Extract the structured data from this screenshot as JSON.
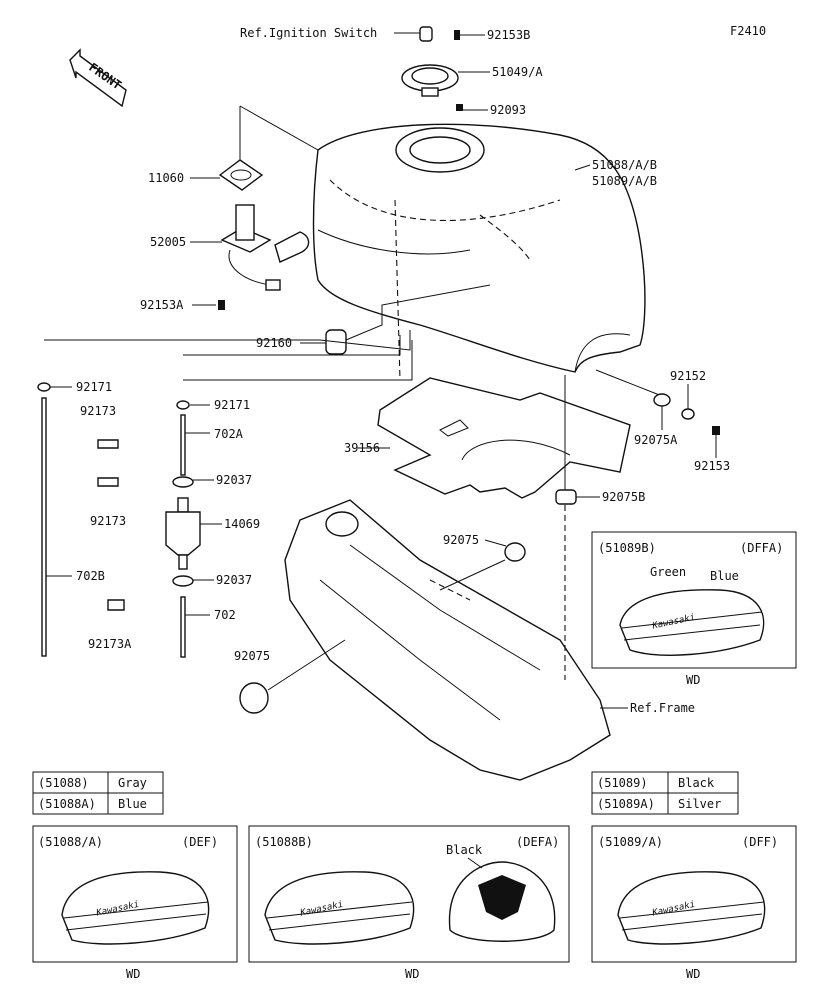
{
  "figure_id": "F2410",
  "front_label": "FRONT",
  "callouts": {
    "ignition": "Ref.Ignition Switch",
    "p92153B": "92153B",
    "p51049": "51049/A",
    "p92093": "92093",
    "p51088": "51088/A/B",
    "p51089": "51089/A/B",
    "p11060": "11060",
    "p52005": "52005",
    "p92153A": "92153A",
    "p92160": "92160",
    "p92171_left": "92171",
    "p92171_mid": "92171",
    "p92173_top": "92173",
    "p92173_bot": "92173",
    "p702A": "702A",
    "p92037_top": "92037",
    "p14069": "14069",
    "p92037_bot": "92037",
    "p702B": "702B",
    "p702": "702",
    "p92173A": "92173A",
    "p39156": "39156",
    "p92152": "92152",
    "p92075A": "92075A",
    "p92153": "92153",
    "p92075B": "92075B",
    "p92075_mid": "92075",
    "p92075_left": "92075",
    "ref_frame": "Ref.Frame"
  },
  "color_tables": [
    {
      "rows": [
        {
          "code": "(51088)",
          "color": "Gray"
        },
        {
          "code": "(51088A)",
          "color": "Blue"
        }
      ]
    },
    {
      "rows": [
        {
          "code": "(51089)",
          "color": "Black"
        },
        {
          "code": "(51089A)",
          "color": "Silver"
        }
      ]
    }
  ],
  "variant_boxes": {
    "v51089B": {
      "code": "(51089B)",
      "suffix": "(DFFA)",
      "note_green": "Green",
      "note_blue": "Blue",
      "brand": "Kawasaki",
      "footer": "WD"
    },
    "v51088A": {
      "code": "(51088/A)",
      "suffix": "(DEF)",
      "brand": "Kawasaki",
      "footer": "WD"
    },
    "v51088B": {
      "code": "(51088B)",
      "suffix": "(DEFA)",
      "note_black": "Black",
      "brand": "Kawasaki",
      "footer": "WD"
    },
    "v51089A": {
      "code": "(51089/A)",
      "suffix": "(DFF)",
      "brand": "Kawasaki",
      "footer": "WD"
    }
  }
}
